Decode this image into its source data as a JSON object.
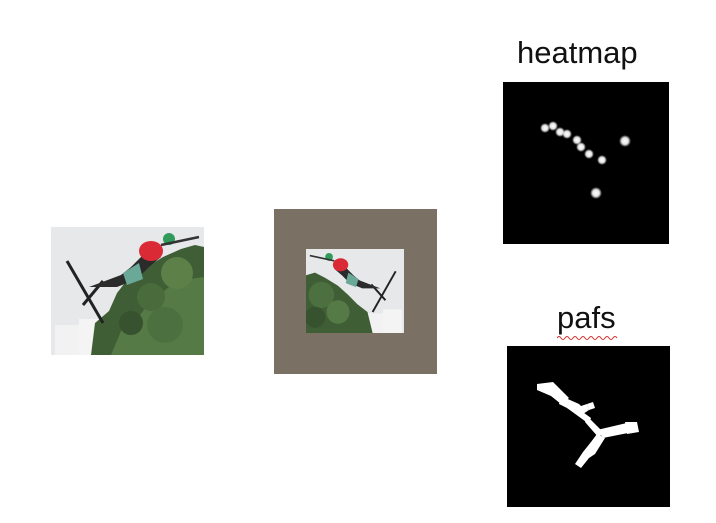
{
  "labels": {
    "heatmap": "heatmap",
    "pafs": "pafs"
  },
  "colors": {
    "pad_fill": "#7a7064",
    "map_background": "#000000",
    "map_foreground": "#ffffff",
    "spellcheck_underline": "#d03030"
  },
  "images": {
    "original_photo": "skier-photo",
    "padded_photo": "skier-photo-padded",
    "heatmap_map": "keypoint-heatmap",
    "pafs_map": "part-affinity-fields"
  }
}
